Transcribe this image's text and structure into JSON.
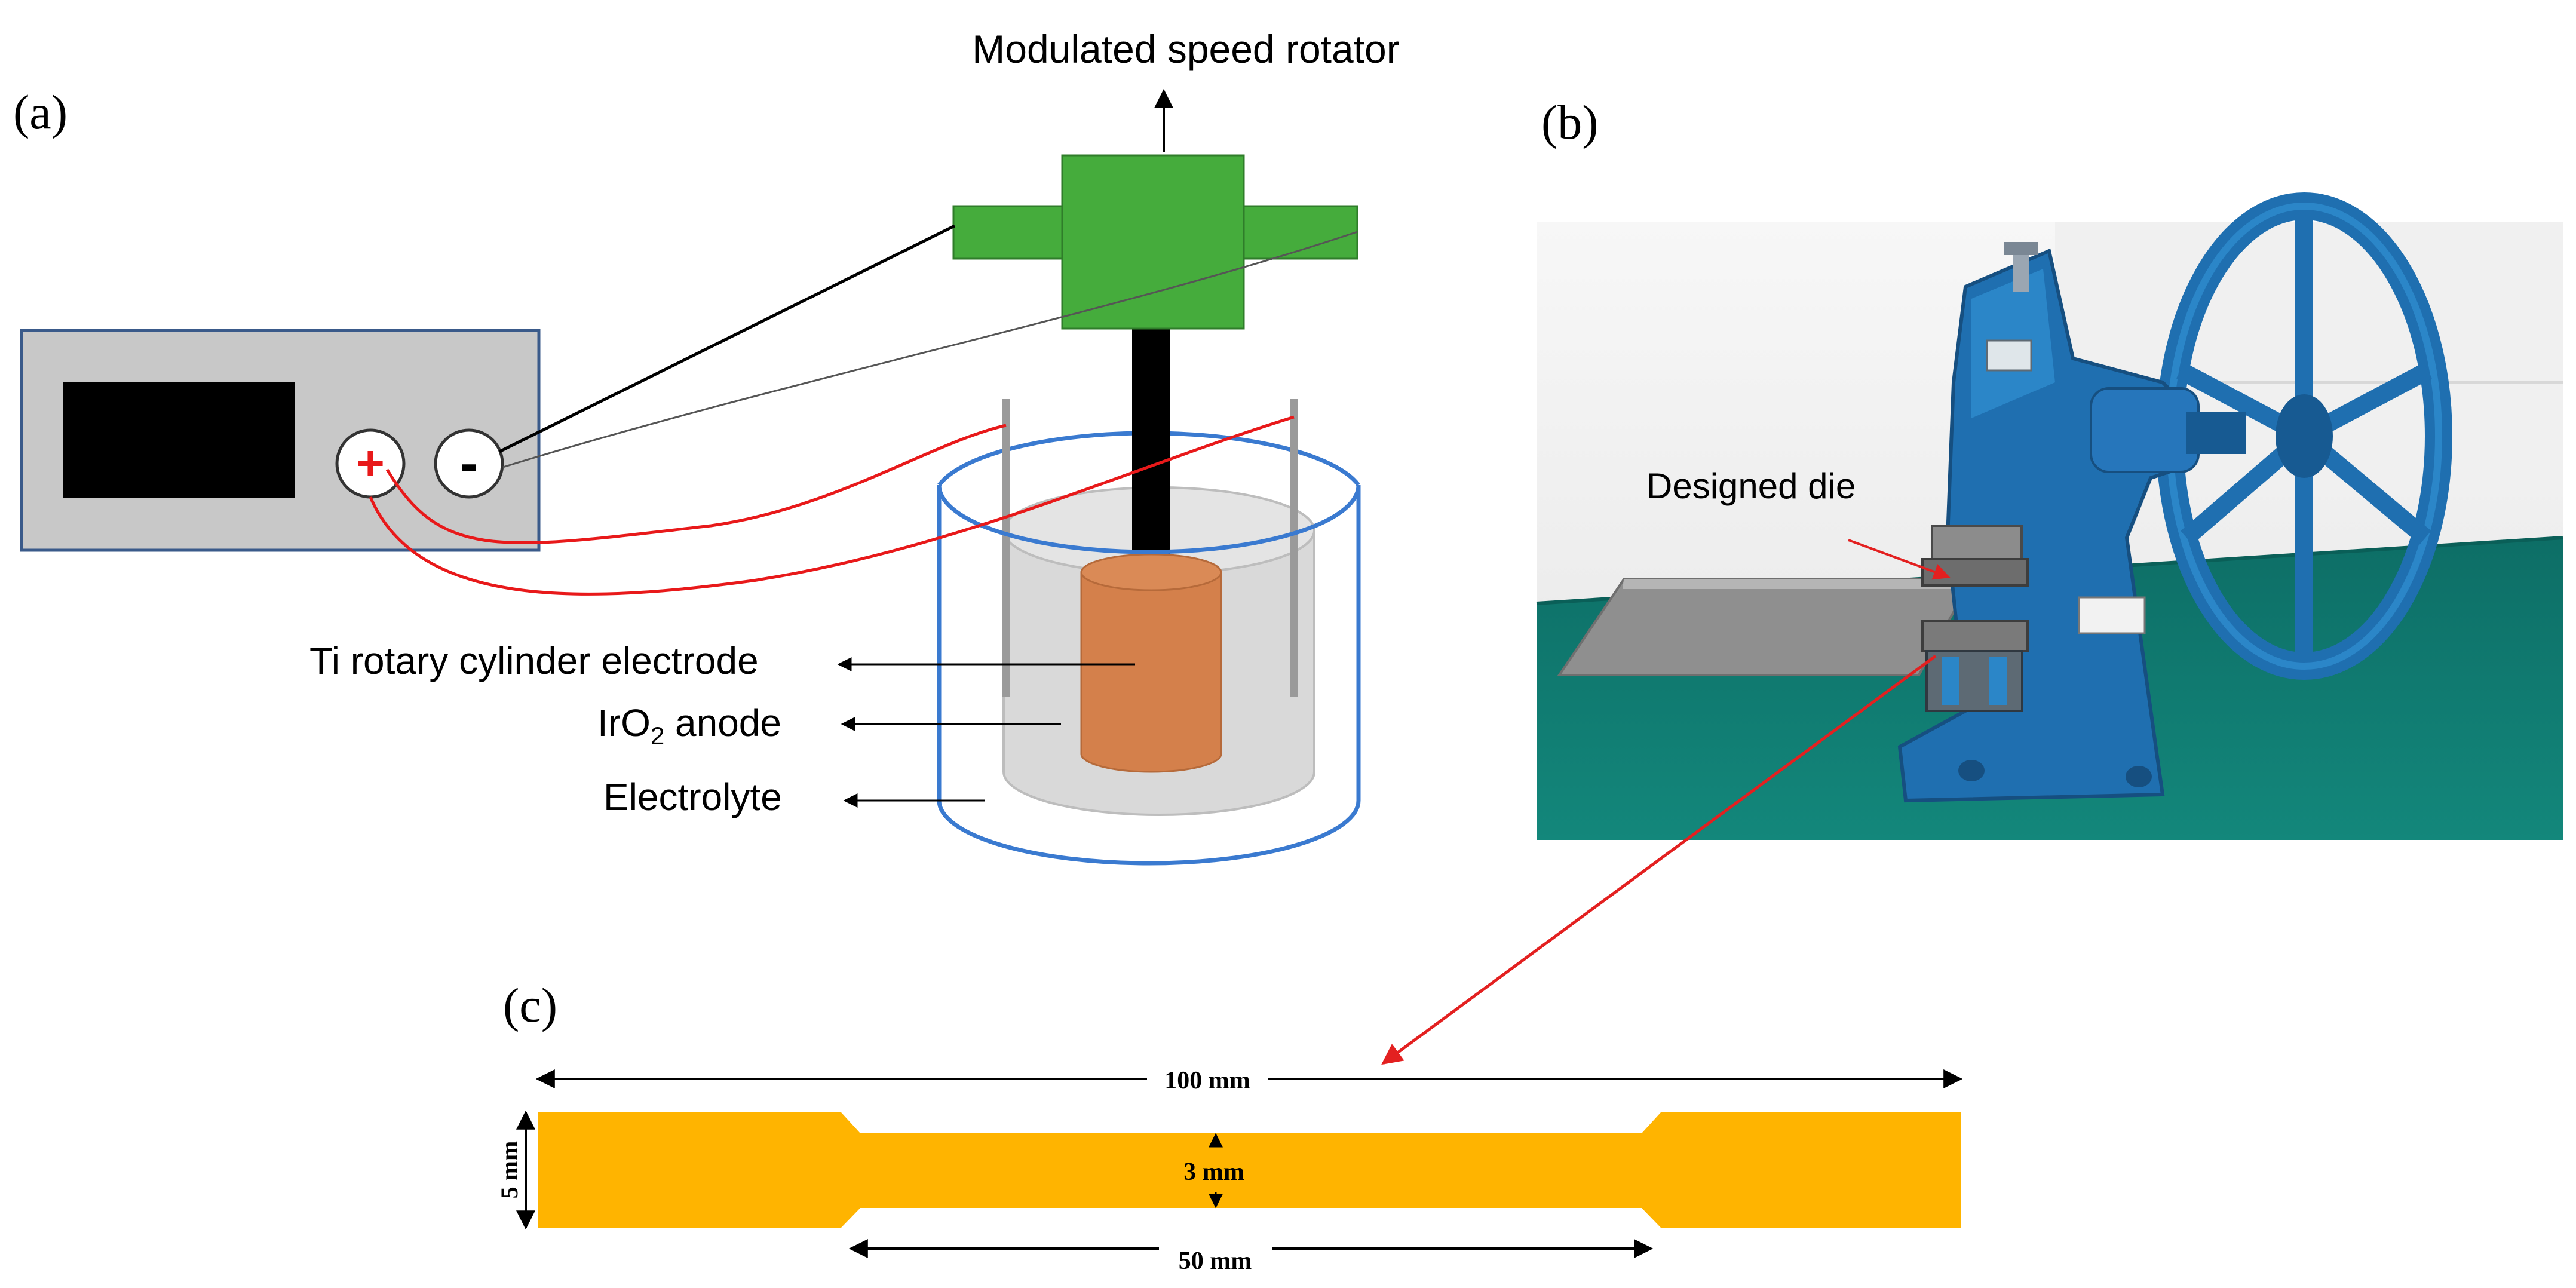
{
  "panels": {
    "a": {
      "label": "(a)",
      "rotator_label": "Modulated speed rotator",
      "plus_sign": "+",
      "minus_sign": "-",
      "cathode_label": "Ti rotary cylinder electrode",
      "anode_label_main": "IrO",
      "anode_label_sub": "2",
      "anode_label_rest": " anode",
      "electrolyte_label": "Electrolyte"
    },
    "b": {
      "label": "(b)",
      "die_label": "Designed die"
    },
    "c": {
      "label": "(c)",
      "length_label": "100 mm",
      "width_label": "5 mm",
      "gauge_width_label": "3 mm",
      "gauge_length_label": "50 mm"
    }
  },
  "colors": {
    "rotator": "#45ac3c",
    "rotator_stroke": "#2f7d2a",
    "shaft": "#000000",
    "cylinder_electrode": "#d4804b",
    "electrolyte": "#d9d9d9",
    "beaker": "#3a7ad0",
    "power_supply": "#c8c8c8",
    "power_supply_border": "#3a5a8a",
    "display": "#000000",
    "wire_positive": "#e8191a",
    "wire_negative": "#000000",
    "specimen": "#ffb400",
    "machine_blue": "#1f6fb0",
    "table_green": "#0f7f73",
    "arrow_red": "#e32020"
  }
}
